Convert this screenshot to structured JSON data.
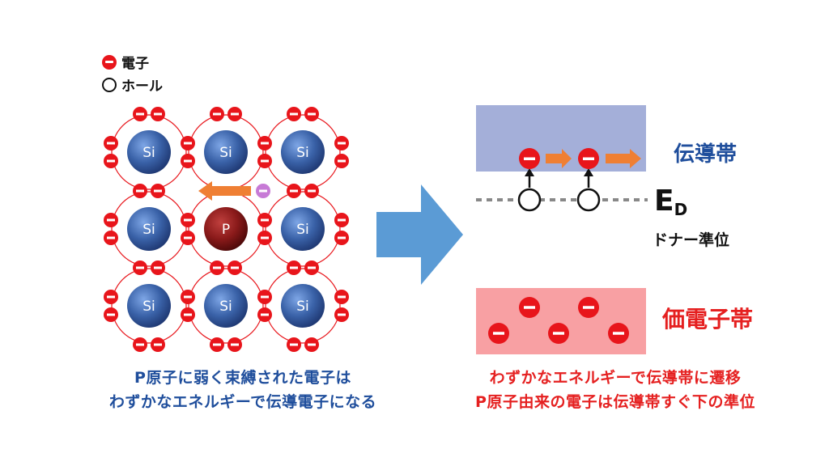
{
  "legend": {
    "electron_label": "電子",
    "hole_label": "ホール"
  },
  "lattice": {
    "atoms": [
      [
        "Si",
        "Si",
        "Si"
      ],
      [
        "Si",
        "P",
        "Si"
      ],
      [
        "Si",
        "Si",
        "Si"
      ]
    ],
    "silicon_color": "#3a62a8",
    "phosphorus_color": "#8a1a1a",
    "electron_color": "#e8151b",
    "bond_color": "#e8151b",
    "free_electron_color": "#c77ad6",
    "arrow_color": "#ef7f33"
  },
  "left_caption": {
    "line1": "P原子に弱く束縛された電子は",
    "line2": "わずかなエネルギーで伝導電子になる"
  },
  "bands": {
    "conduction_label": "伝導帯",
    "conduction_color": "#a4afd9",
    "conduction_label_color": "#1f4e9c",
    "valence_label": "価電子帯",
    "valence_color": "#f8a0a3",
    "valence_label_color": "#e52020",
    "donor_level_main": "E",
    "donor_level_sub": "D",
    "donor_level_name": "ドナー準位"
  },
  "right_caption": {
    "line1": "わずかなエネルギーで伝導帯に遷移",
    "line2": "P原子由来の電子は伝導帯すぐ下の準位"
  },
  "transition_arrow_color": "#5b9bd5"
}
